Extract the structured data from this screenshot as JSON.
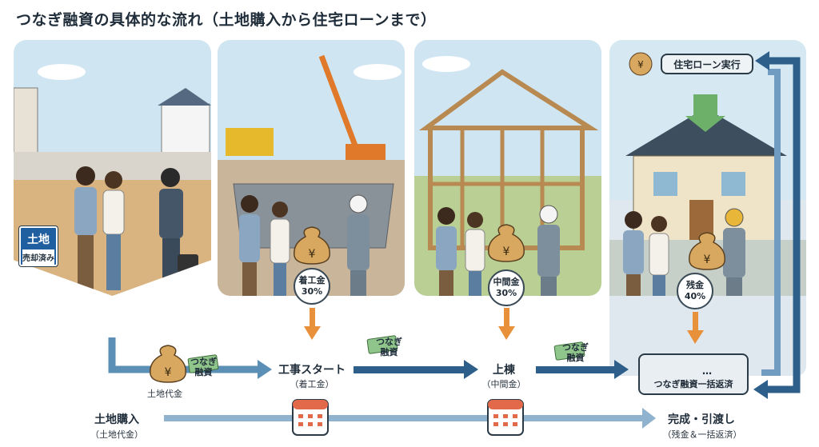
{
  "title": "つなぎ融資の具体的な流れ（土地購入から住宅ローンまで）",
  "land_sign": {
    "title": "土地",
    "status": "売却済み"
  },
  "payments": [
    {
      "label": "着工金",
      "percent": "30%"
    },
    {
      "label": "中間金",
      "percent": "30%"
    },
    {
      "label": "残金",
      "percent": "40%"
    }
  ],
  "loan_note": "つなぎ\n融資",
  "land_fee_label": "土地代金",
  "home_loan_badge": "住宅ローン実行",
  "repay_badge": "つなぎ融資一括返済",
  "ellipsis": "…",
  "steps": [
    {
      "title": "工事スタート",
      "sub": "（着工金）"
    },
    {
      "title": "上棟",
      "sub": "（中間金）"
    },
    {
      "title": "完成・引渡し",
      "sub": "（残金＆一括返済）"
    }
  ],
  "land_purchase": {
    "title": "土地購入",
    "sub": "（土地代金）"
  },
  "colors": {
    "arrow_blue": "#5b8fb5",
    "arrow_dark": "#2e5f8a",
    "orange": "#e8903a",
    "money": "#d8a860",
    "bill": "#5fa860"
  }
}
